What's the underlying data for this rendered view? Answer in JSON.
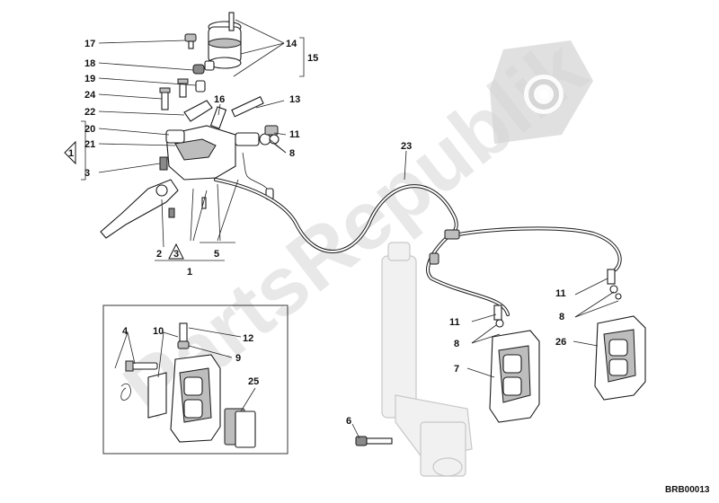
{
  "callouts": {
    "c17": "17",
    "c18": "18",
    "c19": "19",
    "c24": "24",
    "c22": "22",
    "c20": "20",
    "c21": "21",
    "c1a": "1",
    "c3": "3",
    "c14": "14",
    "c15": "15",
    "c16": "16",
    "c13": "13",
    "c11a": "11",
    "c8a": "8",
    "c2": "2",
    "c3b": "3",
    "c5": "5",
    "c1b": "1",
    "c23": "23",
    "c11b": "11",
    "c8b": "8",
    "c26": "26",
    "c11c": "11",
    "c8c": "8",
    "c7": "7",
    "c6": "6",
    "c4": "4",
    "c10": "10",
    "c12": "12",
    "c9": "9",
    "c25": "25"
  },
  "drawing_code": "BRB00013",
  "watermark": "PartsRepublik",
  "icons": {
    "logo": "gear-icon"
  }
}
